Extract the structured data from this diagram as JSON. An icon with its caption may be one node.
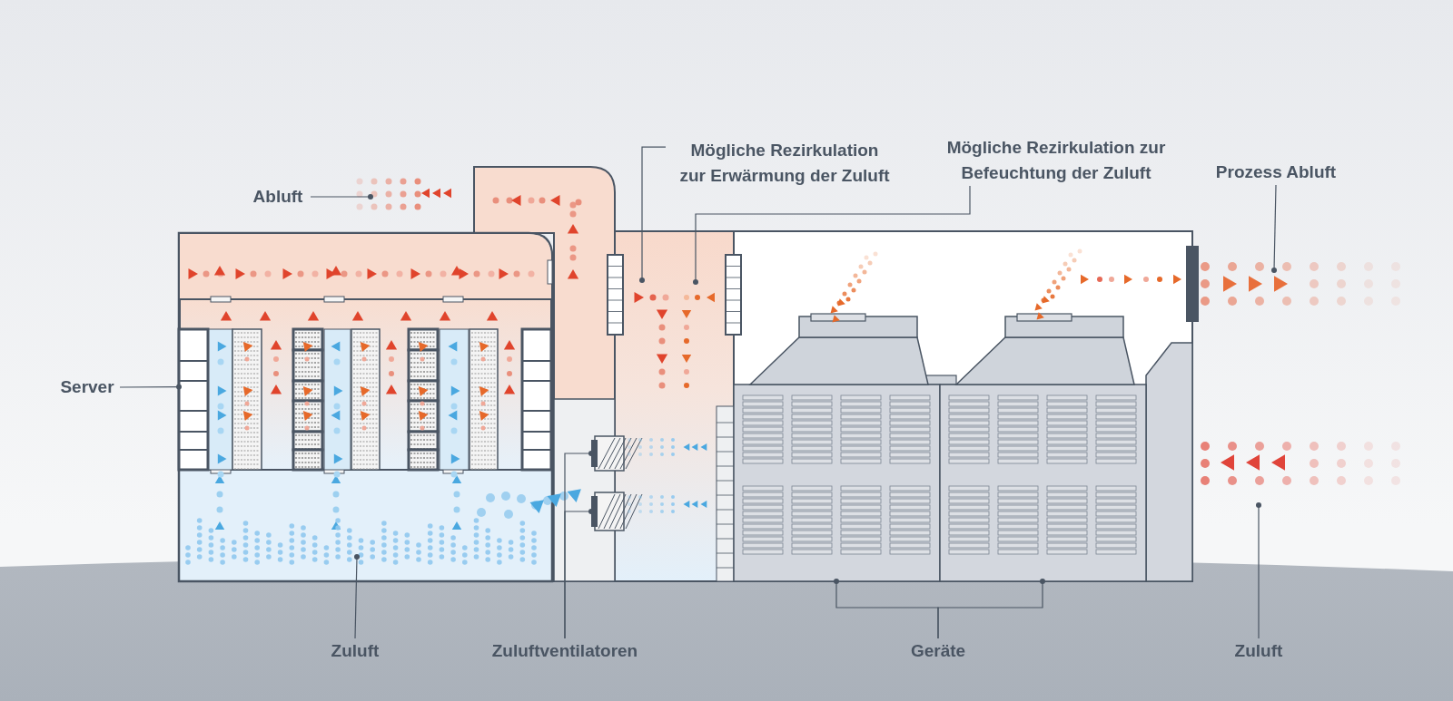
{
  "diagram": {
    "nodes": [
      {
        "text": [
          "Abluft"
        ]
      },
      {
        "text": [
          "Mögliche Rezirkulation zur Erwärmung der Zuluft"
        ]
      },
      {
        "text": [
          "Mögliche Rezirkulation zur Befeuchtung der Zuluft"
        ]
      },
      {
        "text": [
          "Prozess Abluft"
        ]
      },
      {
        "text": [
          "Server"
        ]
      },
      {
        "text": [
          "Zuluft"
        ]
      },
      {
        "text": [
          "Zuluftventilatoren"
        ]
      },
      {
        "text": [
          "Geräte"
        ]
      },
      {
        "text": [
          "Zuluft"
        ]
      },
      {
        "text": [],
        "shape": "box"
      },
      {
        "text": [],
        "shape": "box"
      },
      {
        "text": [],
        "shape": "box"
      },
      {
        "text": [],
        "shape": "box"
      },
      {
        "text": [],
        "shape": "box"
      },
      {
        "text": [],
        "shape": "box"
      },
      {
        "text": [],
        "shape": "box"
      },
      {
        "text": [],
        "shape": "box"
      }
    ],
    "edges": [
      {
        "from": 0,
        "to": null,
        "arrow": "other"
      },
      {
        "from": 1,
        "to": null,
        "arrow": "other"
      },
      {
        "from": 2,
        "to": null,
        "arrow": "other"
      },
      {
        "from": 3,
        "to": null,
        "arrow": "other"
      },
      {
        "from": 4,
        "to": 9,
        "arrow": "other"
      },
      {
        "from": 5,
        "to": null,
        "arrow": "other"
      },
      {
        "from": 6,
        "to": 10,
        "arrow": "other"
      },
      {
        "from": 6,
        "to": 11,
        "arrow": "other"
      },
      {
        "from": 7,
        "to": 12,
        "arrow": "other"
      },
      {
        "from": 7,
        "to": 13,
        "arrow": "other"
      },
      {
        "from": 8,
        "to": null,
        "arrow": "other"
      }
    ]
  }
}
